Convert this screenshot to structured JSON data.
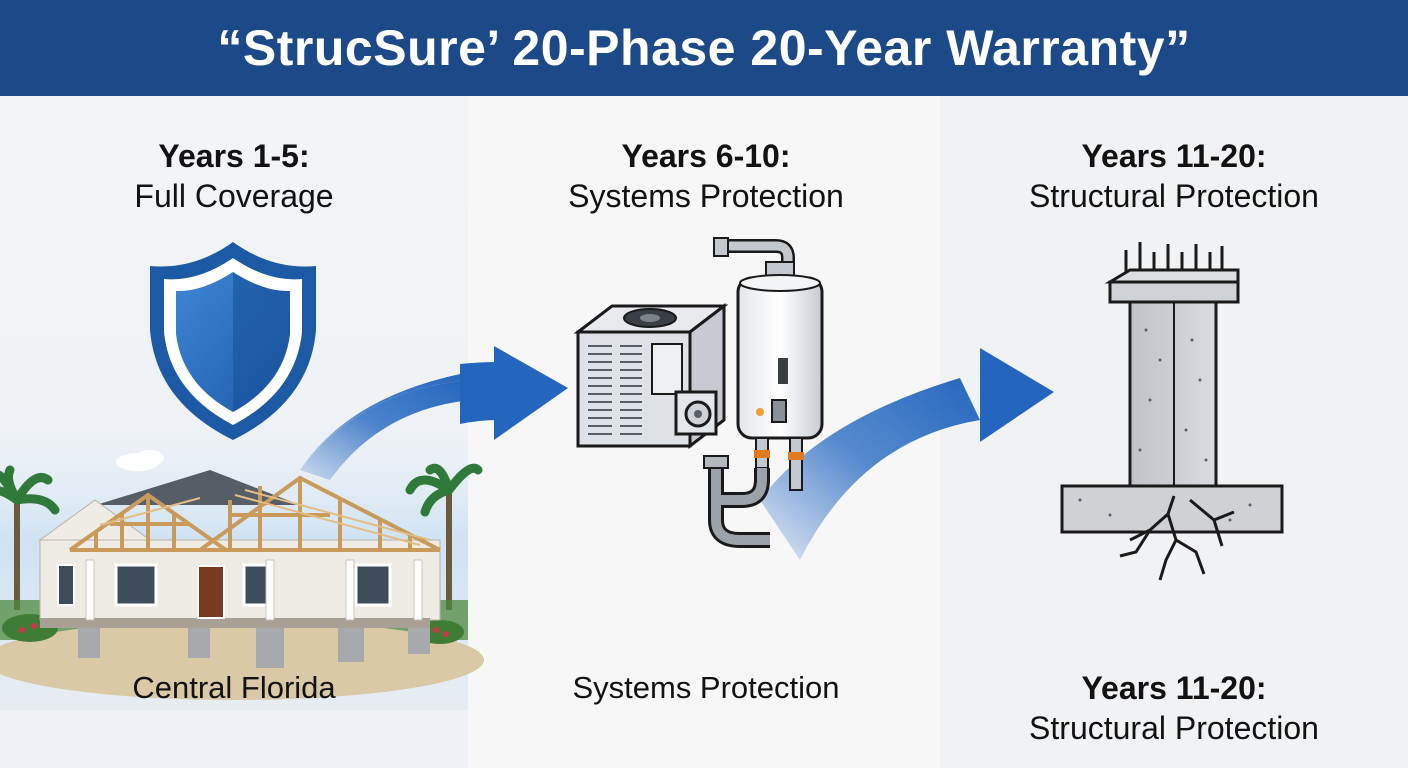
{
  "header": {
    "title": "“StrucSure’ 20-Phase 20-Year Warranty”",
    "color": "#1c4a88"
  },
  "phases": [
    {
      "heading": "Years 1-5:",
      "subtitle": "Full Coverage",
      "icon": "shield-icon",
      "caption": "Central Florida"
    },
    {
      "heading": "Years 6-10:",
      "subtitle": "Systems Protection",
      "icon": "hvac-water-heater-icon",
      "caption": "Systems Protection"
    },
    {
      "heading": "Years 11-20:",
      "subtitle": "Structural Protection",
      "icon": "foundation-column-icon",
      "caption_heading": "Years 11-20:",
      "caption_subtitle": "Structural Protection"
    }
  ],
  "colors": {
    "shield_blue": "#2a6fc2",
    "arrow_blue": "#2e6fc4",
    "concrete": "#c9ccd1"
  }
}
